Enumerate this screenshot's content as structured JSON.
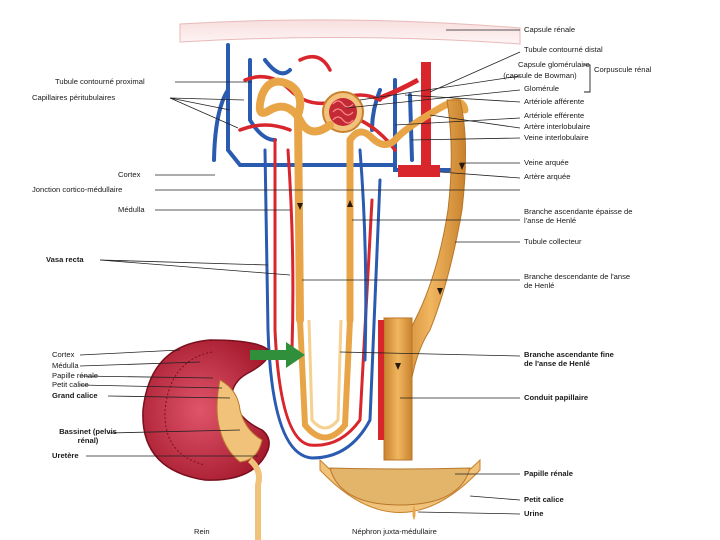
{
  "labels": {
    "capsule_renale": "Capsule rénale",
    "tubule_contourne_distal": "Tubule contourné distal",
    "capsule_glomerulaire": "Capsule glomérulaire",
    "capsule_bowman": "(capsule de Bowman)",
    "corpuscule_renal": "Corpuscule rénal",
    "glomerule": "Glomérule",
    "tubule_contourne_proximal": "Tubule contourné proximal",
    "capillaires_peritubulaires": "Capillaires péritubulaires",
    "arteriole_afferente": "Artériole afférente",
    "arteriole_efferente": "Artériole efférente",
    "artere_interlobulaire": "Artère interlobulaire",
    "veine_interlobulaire": "Veine interlobulaire",
    "veine_arquee": "Veine arquée",
    "artere_arquee": "Artère arquée",
    "cortex": "Cortex",
    "jonction": "Jonction cortico-médullaire",
    "medulla": "Médulla",
    "branche_asc_epaisse": "Branche ascendante épaisse de l'anse de Henlé",
    "tubule_collecteur": "Tubule collecteur",
    "vasa_recta": "Vasa recta",
    "branche_descendante": "Branche descendante de l'anse de Henlé",
    "branche_asc_fine": "Branche ascendante fine de l'anse de Henlé",
    "conduit_papillaire": "Conduit papillaire",
    "papille_renale_right": "Papille rénale",
    "petit_calice_right": "Petit calice",
    "urine": "Urine",
    "nephron": "Néphron juxta-médullaire",
    "rein": "Rein",
    "k_cortex": "Cortex",
    "k_medulla": "Médulla",
    "k_papille": "Papille rénale",
    "k_petit_calice": "Petit calice",
    "k_grand_calice": "Grand calice",
    "k_bassinet": "Bassinet (pelvis rénal)",
    "k_uretere": "Uretère"
  },
  "colors": {
    "artery": "#d8262c",
    "vein": "#2a5bb0",
    "tubule": "#e8a547",
    "tubule_dark": "#b9762a",
    "kidney": "#c4283a",
    "pelvis": "#f0c27a",
    "arrow_green": "#2f8f3a",
    "leader": "#222222"
  }
}
